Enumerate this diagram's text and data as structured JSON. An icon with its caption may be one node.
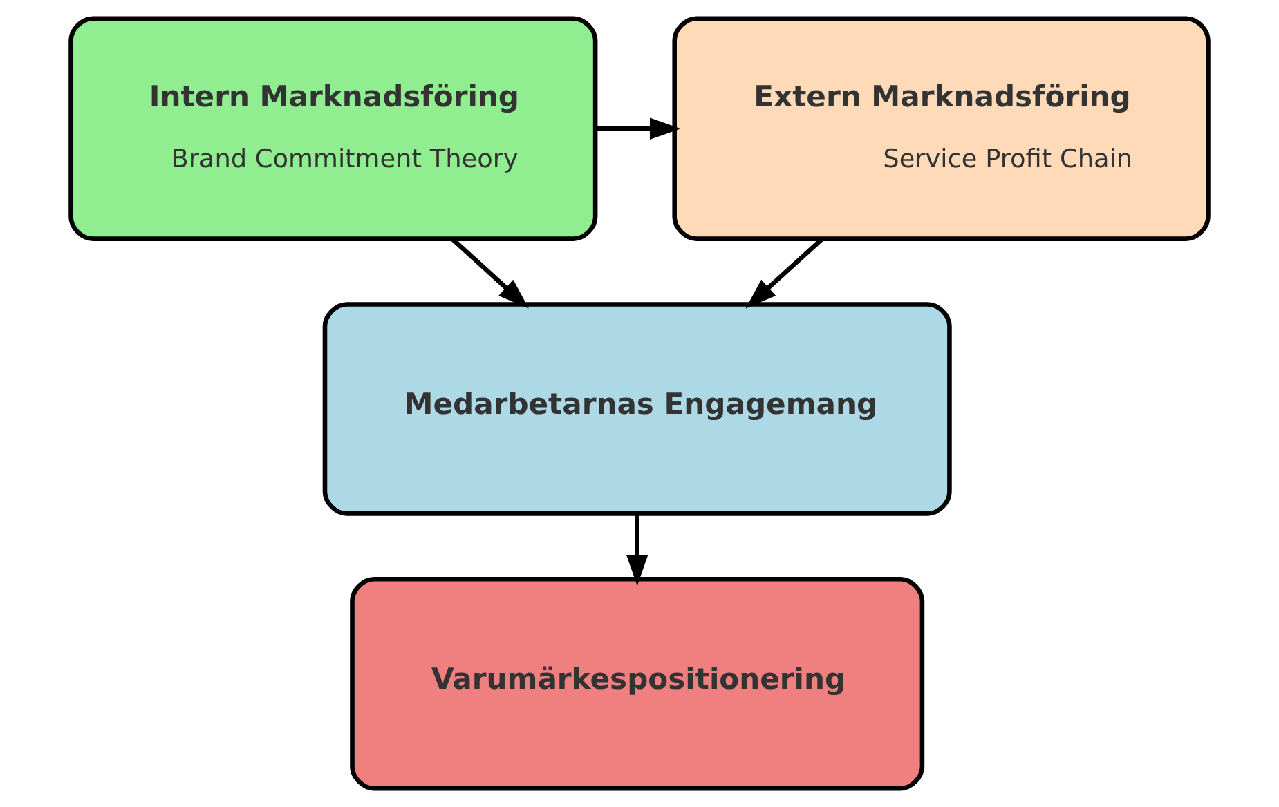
{
  "diagram": {
    "nodes": [
      {
        "text": [
          "Intern Marknadsföring",
          "Brand Commitment Theory"
        ]
      },
      {
        "text": [
          "Extern Marknadsföring",
          "Service Profit Chain"
        ]
      },
      {
        "text": [
          "Medarbetarnas Engagemang"
        ]
      },
      {
        "text": [
          "Varumärkespositionering"
        ]
      }
    ],
    "edges": [
      {
        "from": 0,
        "to": 1,
        "arrow": "to"
      },
      {
        "from": 0,
        "to": 2,
        "arrow": "to"
      },
      {
        "from": 1,
        "to": 2,
        "arrow": "to"
      },
      {
        "from": 2,
        "to": 3,
        "arrow": "to"
      }
    ]
  }
}
